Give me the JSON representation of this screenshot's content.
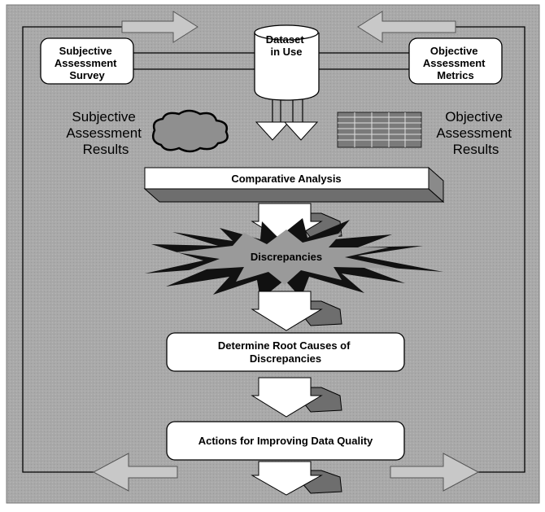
{
  "nodes": {
    "subjective_survey": [
      "Subjective",
      "Assessment",
      "Survey"
    ],
    "dataset": [
      "Dataset",
      "in Use"
    ],
    "objective_metrics": [
      "Objective",
      "Assessment",
      "Metrics"
    ],
    "subjective_results": [
      "Subjective",
      "Assessment",
      "Results"
    ],
    "objective_results": [
      "Objective",
      "Assessment",
      "Results"
    ],
    "comparative_analysis": "Comparative Analysis",
    "discrepancies": "Discrepancies",
    "root_causes": [
      "Determine Root Causes of",
      "Discrepancies"
    ],
    "actions": "Actions for Improving Data Quality"
  },
  "colors": {
    "background": "#aaaaaa",
    "box_fill": "#ffffff",
    "cloud_fill": "#8f8f8f",
    "grid_fill": "#7a7a7a",
    "burst_dark": "#111111",
    "burst_light": "#9a9a9a",
    "arrow_fill": "#ffffff",
    "arrow_shadow": "#6e6e6e"
  }
}
